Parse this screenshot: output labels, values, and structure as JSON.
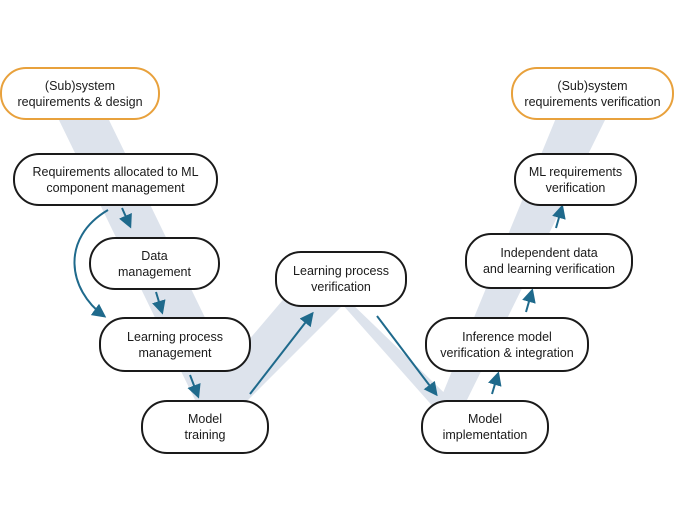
{
  "diagram": {
    "colors": {
      "band": "#dde3ec",
      "arrow": "#1f6a8c",
      "node_border": "#1a1a1a",
      "highlight_border": "#e8a13c"
    },
    "nodes": {
      "subsystem_design": {
        "line1": "(Sub)system",
        "line2": "requirements & design"
      },
      "requirements_allocated": {
        "line1": "Requirements allocated to ML",
        "line2": "component management"
      },
      "data_management": {
        "line1": "Data",
        "line2": "management"
      },
      "learning_process_management": {
        "line1": "Learning process",
        "line2": "management"
      },
      "model_training": {
        "line1": "Model",
        "line2": "training"
      },
      "learning_process_verification": {
        "line1": "Learning process",
        "line2": "verification"
      },
      "model_implementation": {
        "line1": "Model",
        "line2": "implementation"
      },
      "inference_model": {
        "line1": "Inference model",
        "line2": "verification & integration"
      },
      "independent_data": {
        "line1": "Independent data",
        "line2": "and learning verification"
      },
      "ml_requirements_verification": {
        "line1": "ML requirements",
        "line2": "verification"
      },
      "subsystem_verification": {
        "line1": "(Sub)system",
        "line2": "requirements verification"
      }
    }
  }
}
